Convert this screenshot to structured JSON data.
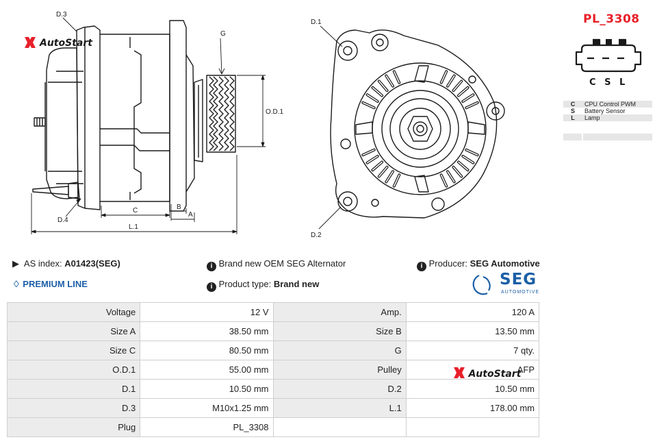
{
  "drawing": {
    "labels": {
      "d3": "D.3",
      "d1": "D.1",
      "d2": "D.2",
      "d4": "D.4",
      "g": "G",
      "od1": "O.D.1",
      "c": "C",
      "b": "B",
      "a": "A",
      "l1": "L.1"
    }
  },
  "watermark": {
    "text": "AutoStart"
  },
  "plug": {
    "title": "PL_3308",
    "pins_row": "C S L",
    "pins": [
      {
        "code": "C",
        "desc": "CPU Control PWM"
      },
      {
        "code": "S",
        "desc": "Battery Sensor"
      },
      {
        "code": "L",
        "desc": "Lamp"
      }
    ]
  },
  "info": {
    "as_index_label": "AS index:",
    "as_index_value": "A01423(SEG)",
    "brand_text": "Brand new OEM SEG Alternator",
    "producer_label": "Producer:",
    "producer_value": "SEG Automotive",
    "premium": "PREMIUM LINE",
    "product_type_label": "Product type:",
    "product_type_value": "Brand new"
  },
  "seg_logo": {
    "word": "SEG",
    "sub": "AUTOMOTIVE",
    "color": "#1b5fa6"
  },
  "specs": [
    {
      "l1": "Voltage",
      "v1": "12 V",
      "l2": "Amp.",
      "v2": "120 A"
    },
    {
      "l1": "Size A",
      "v1": "38.50 mm",
      "l2": "Size B",
      "v2": "13.50 mm"
    },
    {
      "l1": "Size C",
      "v1": "80.50 mm",
      "l2": "G",
      "v2": "7 qty."
    },
    {
      "l1": "O.D.1",
      "v1": "55.00 mm",
      "l2": "Pulley",
      "v2": "AFP"
    },
    {
      "l1": "D.1",
      "v1": "10.50 mm",
      "l2": "D.2",
      "v2": "10.50 mm"
    },
    {
      "l1": "D.3",
      "v1": "M10x1.25 mm",
      "l2": "L.1",
      "v2": "178.00 mm"
    },
    {
      "l1": "Plug",
      "v1": "PL_3308",
      "l2": "",
      "v2": ""
    }
  ],
  "colors": {
    "accent_red": "#e8202a",
    "brand_blue": "#1d5fa8"
  }
}
